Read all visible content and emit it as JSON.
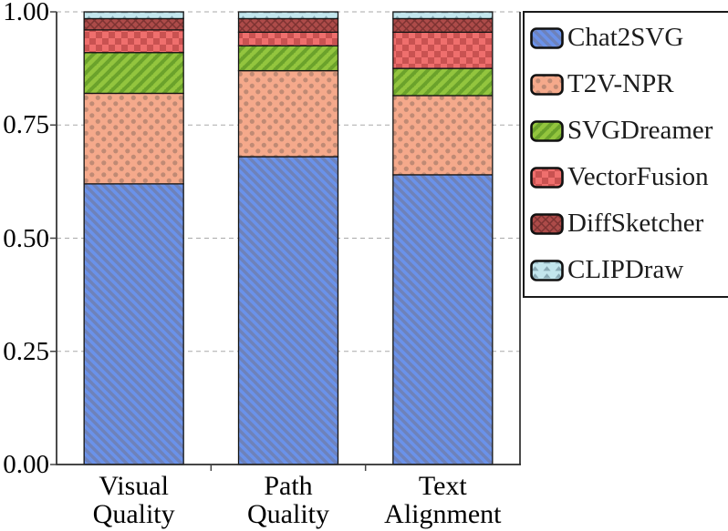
{
  "figure": {
    "background": "#ffffff",
    "axis_color": "#2b2b2b",
    "gridline_color": "#a9a9a9",
    "text_color": "#000000"
  },
  "chart_data": {
    "type": "bar",
    "stacked": true,
    "title": "",
    "xlabel": "",
    "ylabel": "",
    "ylim": [
      0,
      1
    ],
    "grid": "horizontal dashed",
    "legend_position": "upper right outside plot",
    "categories": [
      "Visual Quality",
      "Path Quality",
      "Text Alignment"
    ],
    "category_label_lines": [
      [
        "Visual",
        "Quality"
      ],
      [
        "Path",
        "Quality"
      ],
      [
        "Text",
        "Alignment"
      ]
    ],
    "yticks": [
      {
        "label": "0.00",
        "value": 0.0
      },
      {
        "label": "0.25",
        "value": 0.25
      },
      {
        "label": "0.50",
        "value": 0.5
      },
      {
        "label": "0.75",
        "value": 0.75
      },
      {
        "label": "1.00",
        "value": 1.0
      }
    ],
    "series": [
      {
        "name": "Chat2SVG",
        "values": [
          0.62,
          0.68,
          0.64
        ],
        "color": "#6a92ea",
        "hatch": "backslash",
        "hatch_color": "#6e82ba"
      },
      {
        "name": "T2V-NPR",
        "values": [
          0.2,
          0.19,
          0.175
        ],
        "color": "#f5a98b",
        "hatch": "dot",
        "hatch_color": "#c08a74"
      },
      {
        "name": "SVGDreamer",
        "values": [
          0.09,
          0.055,
          0.06
        ],
        "color": "#6ba22b",
        "hatch": "slash",
        "hatch_color": "#93c53e"
      },
      {
        "name": "VectorFusion",
        "values": [
          0.05,
          0.03,
          0.08
        ],
        "color": "#ef6f6d",
        "hatch": "checker",
        "hatch_color": "#c95251"
      },
      {
        "name": "DiffSketcher",
        "values": [
          0.025,
          0.03,
          0.03
        ],
        "color": "#ad4b49",
        "hatch": "cross",
        "hatch_color": "#7d3332"
      },
      {
        "name": "CLIPDraw",
        "values": [
          0.015,
          0.015,
          0.015
        ],
        "color": "#c3e6ed",
        "hatch": "triangle",
        "hatch_color": "#8aabb6"
      }
    ]
  }
}
